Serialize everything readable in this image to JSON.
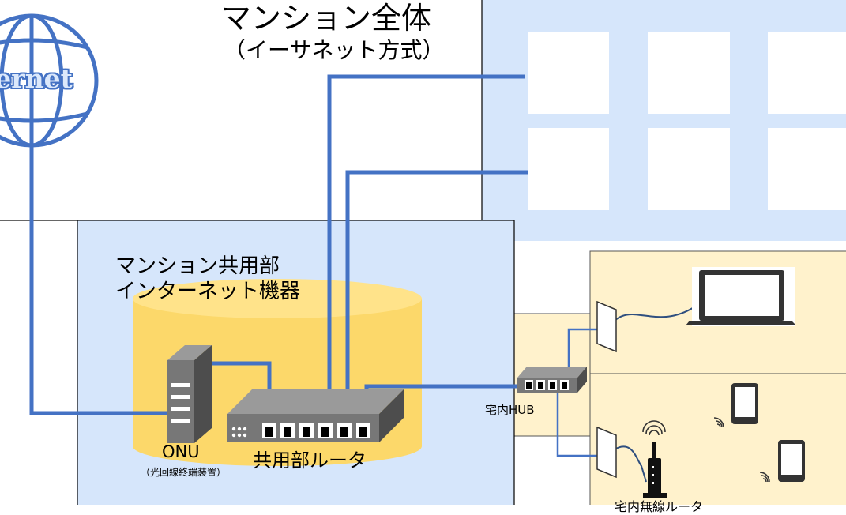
{
  "title": "マンション全体",
  "subtitle": "（イーサネット方式）",
  "shared_area": {
    "label_line1": "マンション共用部",
    "label_line2": "インターネット機器"
  },
  "internet_label": "ternet",
  "onu": {
    "label": "ONU",
    "sublabel": "（光回線終端装置）"
  },
  "shared_router": {
    "label": "共用部ルータ"
  },
  "hub": {
    "label": "宅内HUB"
  },
  "wireless_router": {
    "label": "宅内無線ルータ"
  },
  "colors": {
    "cable": "#4472c4",
    "building": "#d6e6fb",
    "shared_cylinder": "#fcd86a",
    "unit_room": "#fff2cc",
    "device_gray": "#777777"
  },
  "icons": [
    "globe-icon",
    "onu-device-icon",
    "router-device-icon",
    "hub-device-icon",
    "wall-outlet-icon",
    "laptop-icon",
    "tablet-icon",
    "wifi-signal-icon",
    "wireless-router-icon"
  ]
}
